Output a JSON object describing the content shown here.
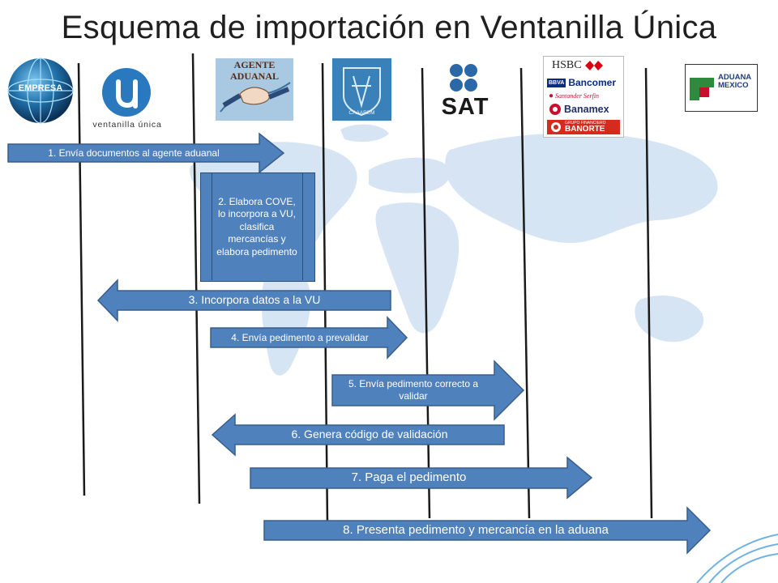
{
  "title": "Esquema de importación en Ventanilla Única",
  "participants": {
    "empresa": "EMPRESA",
    "vu": "ventanilla única",
    "agente_line1": "AGENTE",
    "agente_line2": "ADUANAL",
    "caaarem": "CAAAREM",
    "sat": "SAT",
    "banks": [
      "HSBC",
      "Bancomer",
      "Santander Serfin",
      "Banamex",
      "BANORTE"
    ],
    "banks_small": [
      "BBVA",
      "GRUPO FINANCIERO"
    ],
    "aduana_line1": "ADUANA",
    "aduana_line2": "MEXICO"
  },
  "steps": [
    "1. Envía documentos  al agente aduanal",
    "2. Elabora COVE, lo incorpora a VU, clasifica mercancías y elabora pedimento",
    "3. Incorpora datos a la VU",
    "4. Envía pedimento  a prevalidar",
    "5. Envía pedimento correcto a validar",
    "6. Genera código de validación",
    "7. Paga el pedimento",
    "8. Presenta pedimento y mercancía en la aduana"
  ],
  "colors": {
    "arrow_fill": "#4f81bd",
    "arrow_stroke": "#385d8a",
    "map": "#c9dcef",
    "lifeline": "#1a1a1a",
    "hsbc_red": "#db0011",
    "bancomer_blue": "#0a2a84",
    "banamex_red": "#c8102e",
    "banorte_red": "#d52b1e",
    "aduana_green": "#2e8b3e"
  }
}
